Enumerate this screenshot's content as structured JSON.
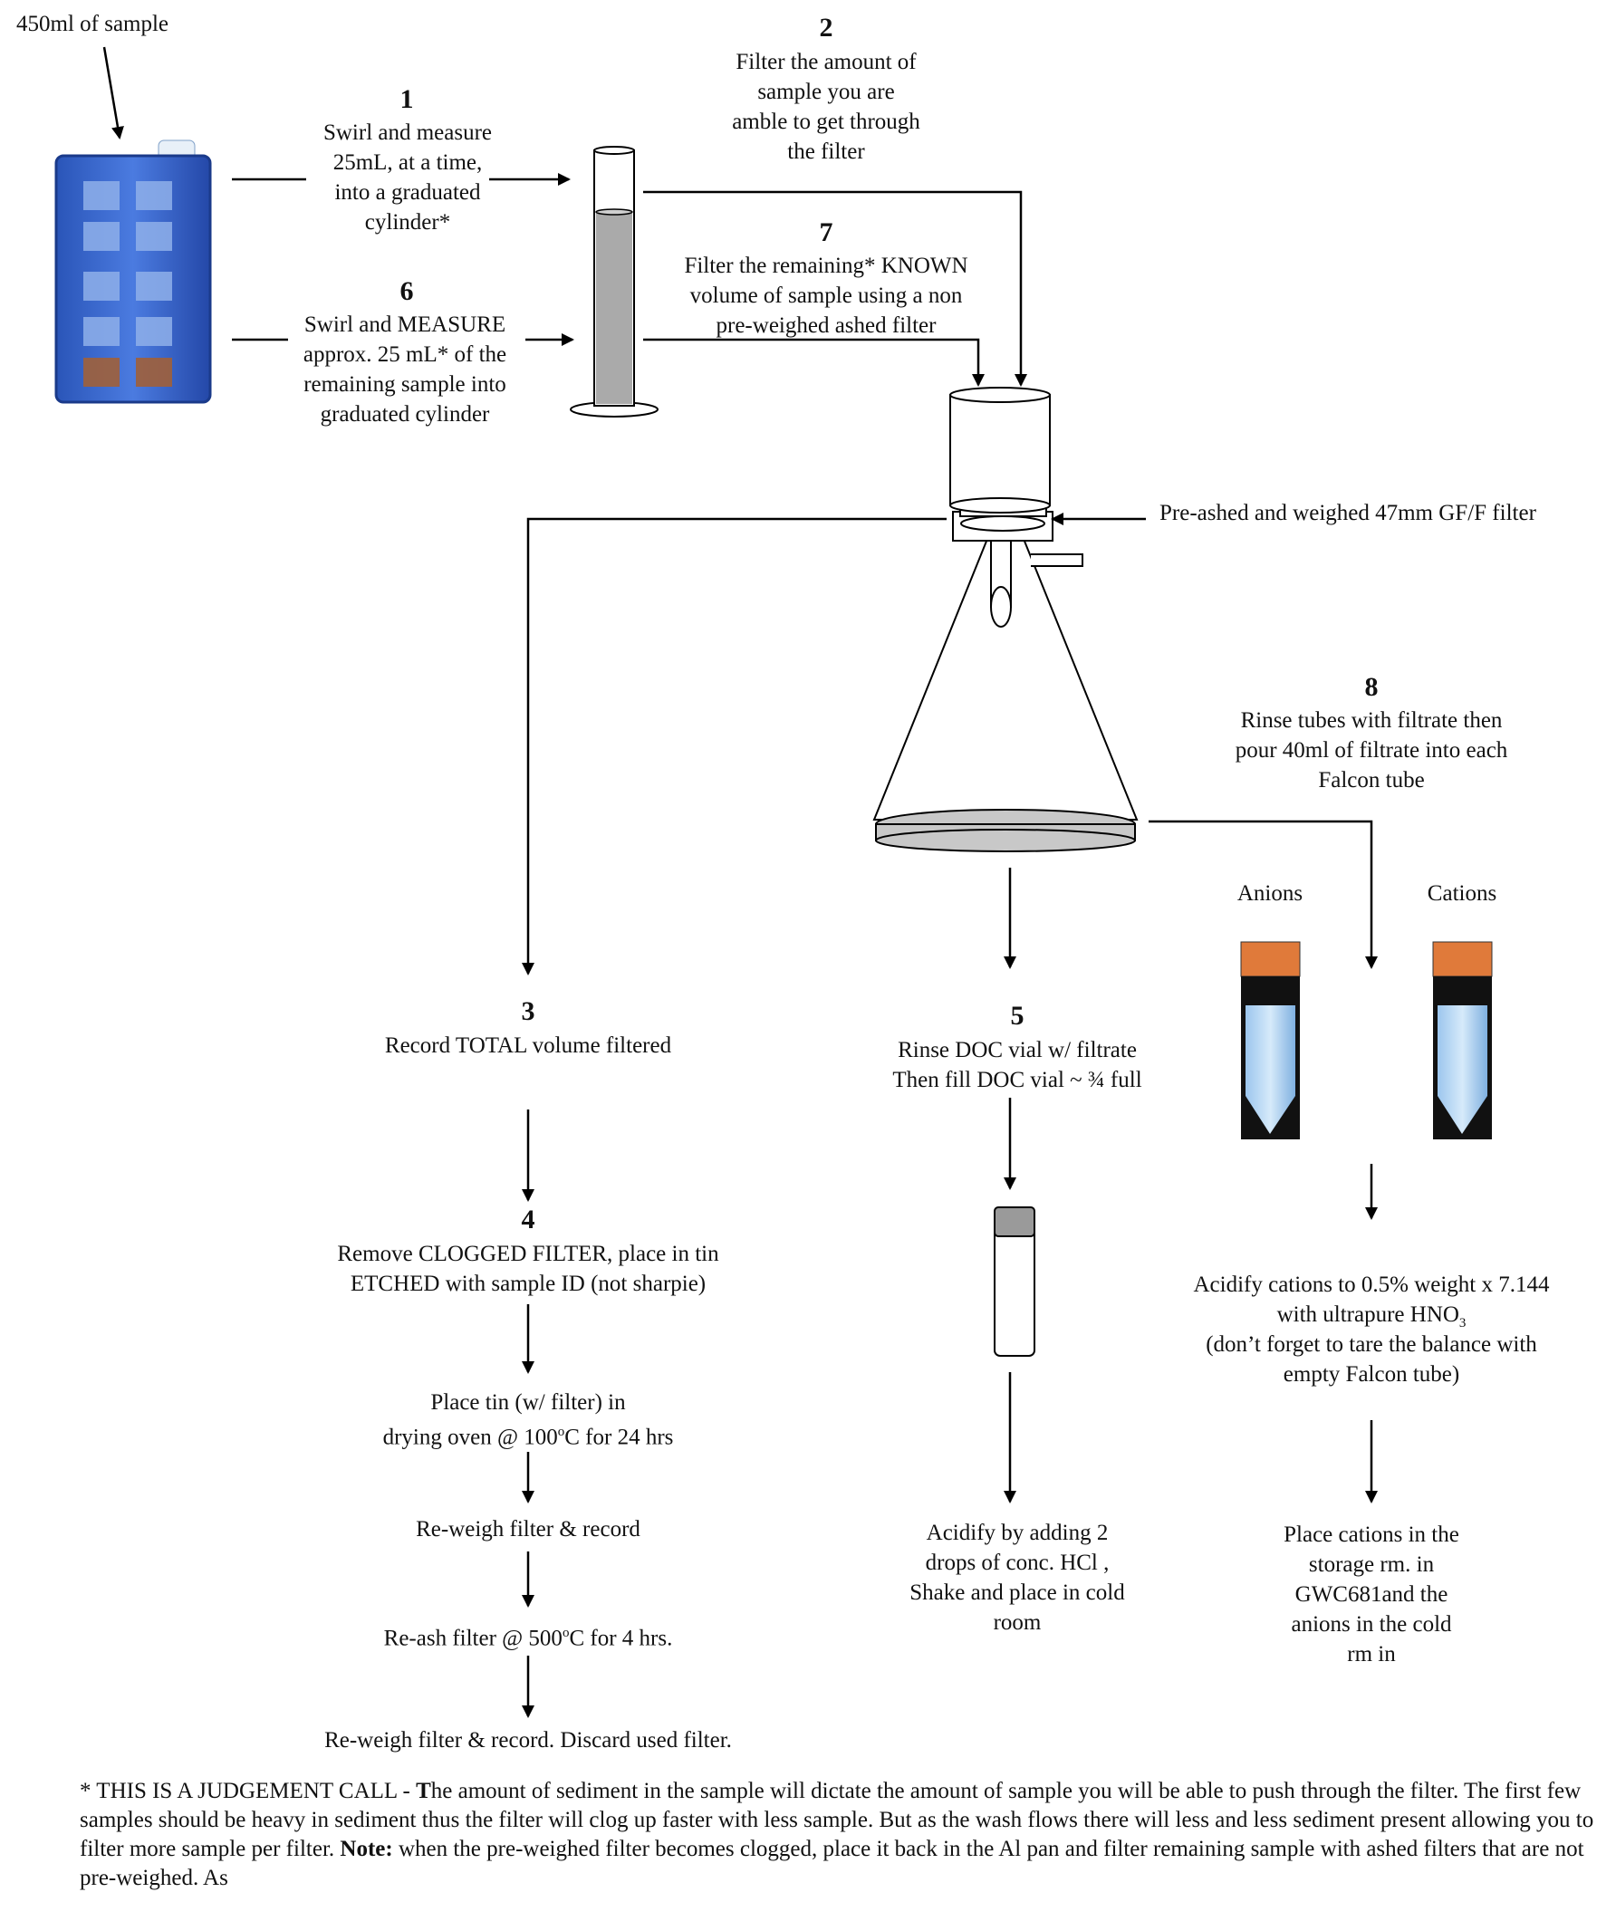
{
  "sample_label": "450ml of sample",
  "steps": {
    "s1": {
      "num": "1",
      "lines": [
        "Swirl and measure",
        "25mL, at a time,",
        "into a graduated",
        "cylinder*"
      ]
    },
    "s2": {
      "num": "2",
      "lines": [
        "Filter the amount of",
        "sample you are",
        "amble to get through",
        "the filter"
      ]
    },
    "s3": {
      "num": "3",
      "lines": [
        "Record TOTAL volume filtered"
      ]
    },
    "s4": {
      "num": "4",
      "lines": [
        "Remove CLOGGED FILTER, place in tin",
        "ETCHED with sample ID (not sharpie)"
      ]
    },
    "s5": {
      "num": "5",
      "lines": [
        "Rinse DOC vial w/ filtrate",
        "Then fill DOC vial ~ ¾ full"
      ]
    },
    "s6": {
      "num": "6",
      "lines": [
        "Swirl and MEASURE",
        "approx. 25 mL* of the",
        "remaining sample  into",
        "graduated cylinder"
      ]
    },
    "s7": {
      "num": "7",
      "lines": [
        "Filter the remaining* KNOWN",
        "volume of sample using a non",
        "pre-weighed ashed filter"
      ]
    },
    "s8": {
      "num": "8",
      "lines": [
        "Rinse tubes with filtrate then",
        "pour 40ml of filtrate into each",
        "Falcon tube"
      ]
    }
  },
  "filter_label": "Pre-ashed and weighed 47mm GF/F filter",
  "tube_labels": {
    "anions": "Anions",
    "cations": "Cations"
  },
  "left_chain": {
    "dry": [
      "Place tin (w/ filter) in",
      "drying oven @ 100",
      "o",
      "C for 24 hrs"
    ],
    "reweigh": "Re-weigh filter  & record",
    "reash": [
      "Re-ash filter @ 500",
      "o",
      "C for 4 hrs."
    ],
    "final": "Re-weigh filter & record.  Discard used filter."
  },
  "mid_chain": {
    "acidify": [
      "Acidify by adding 2",
      "drops of conc. HCl ,",
      "Shake and place in cold",
      "room"
    ]
  },
  "right_chain": {
    "acidify": [
      "Acidify cations to 0.5% weight x 7.144",
      "with ultrapure HNO",
      "3",
      "(don’t forget to tare the balance with",
      "empty Falcon tube)"
    ],
    "place": [
      "Place cations in the",
      "storage rm. in",
      "GWC681and the",
      "anions in the cold",
      "rm in"
    ]
  },
  "footnote": {
    "lead": "* THIS IS A JUDGEMENT CALL - ",
    "t_bold": "T",
    "body1": "he amount of sediment in the sample will dictate the amount of sample you will be able to push through the filter. The first few samples should be heavy in sediment thus the filter will clog up faster with less sample.  But as the wash flows there will less and less sediment present allowing you to filter more sample per filter.  ",
    "note_label": "Note:",
    "body2": "  when the pre-weighed filter becomes clogged, place it back in the Al pan and filter remaining sample with ashed filters that are not pre-weighed.  As"
  }
}
